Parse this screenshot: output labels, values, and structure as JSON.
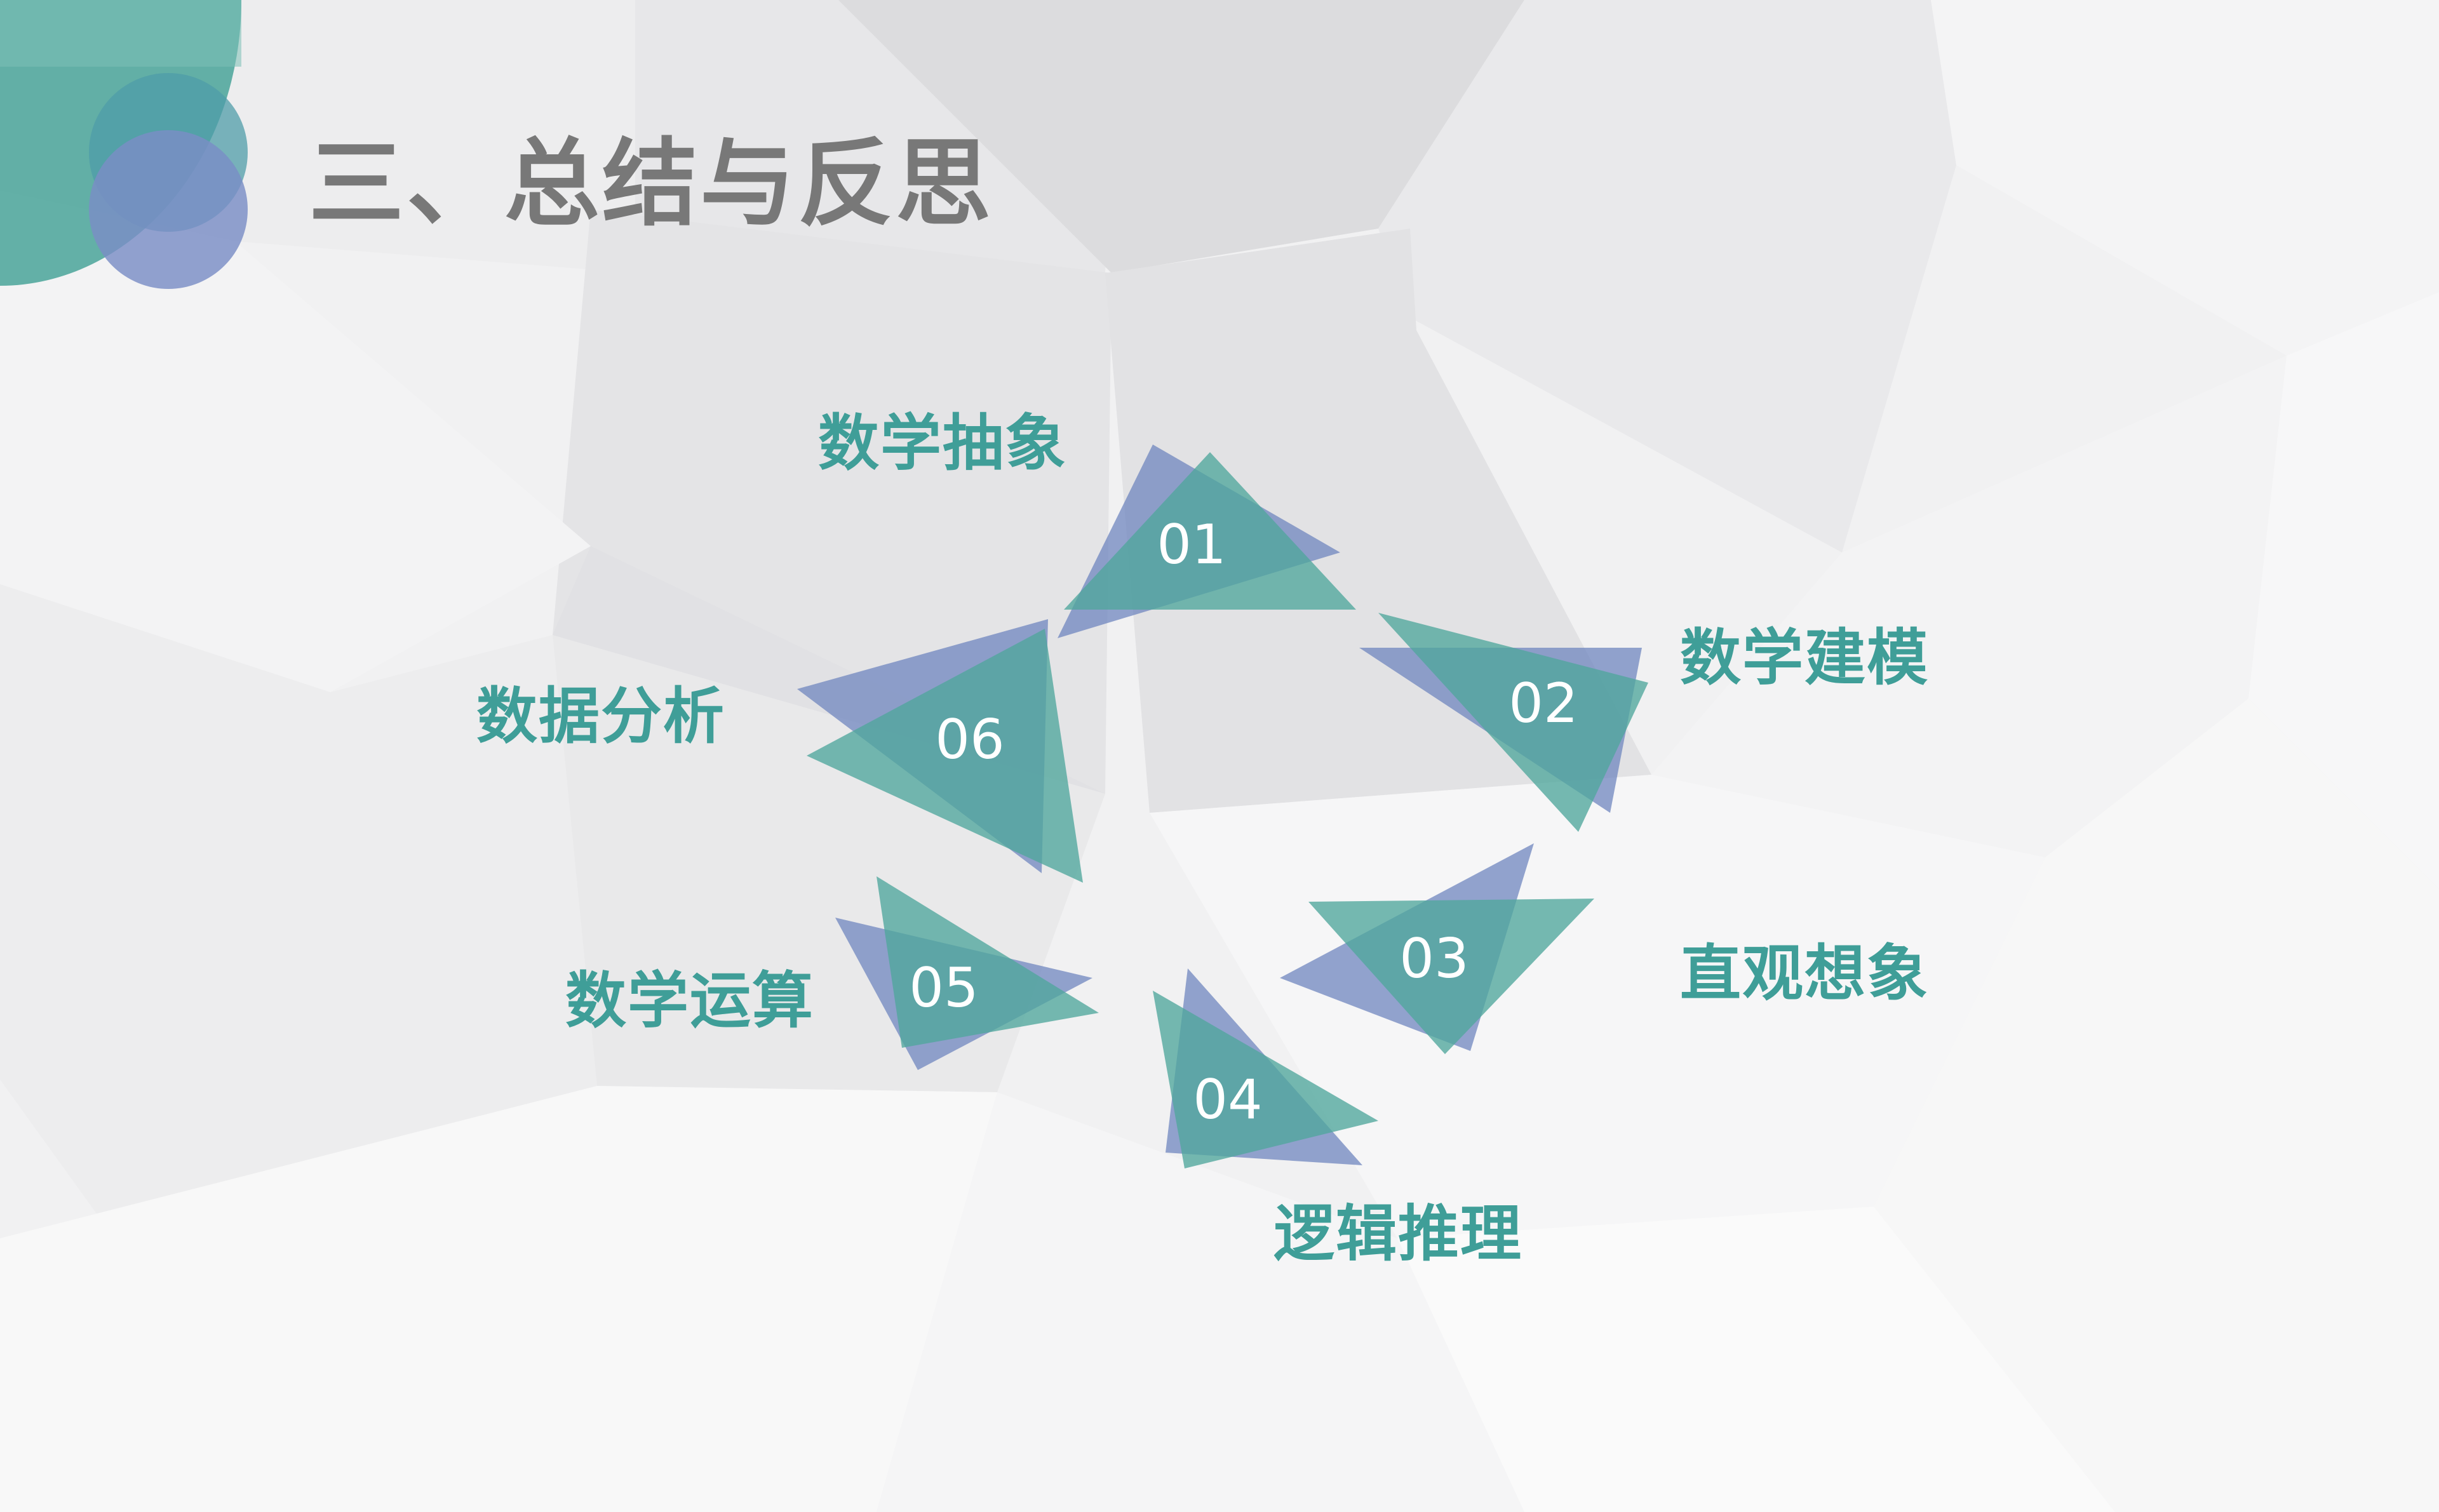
{
  "title": "三、总结与反思",
  "colors": {
    "teal": "#4fa69c",
    "blue": "#6f86bf",
    "label": "#3f9e98",
    "title": "#787878"
  },
  "steps": [
    {
      "number": "01",
      "label": "数学抽象"
    },
    {
      "number": "02",
      "label": "数学建模"
    },
    {
      "number": "03",
      "label": "直观想象"
    },
    {
      "number": "04",
      "label": "逻辑推理"
    },
    {
      "number": "05",
      "label": "数学运算"
    },
    {
      "number": "06",
      "label": "数据分析"
    }
  ]
}
